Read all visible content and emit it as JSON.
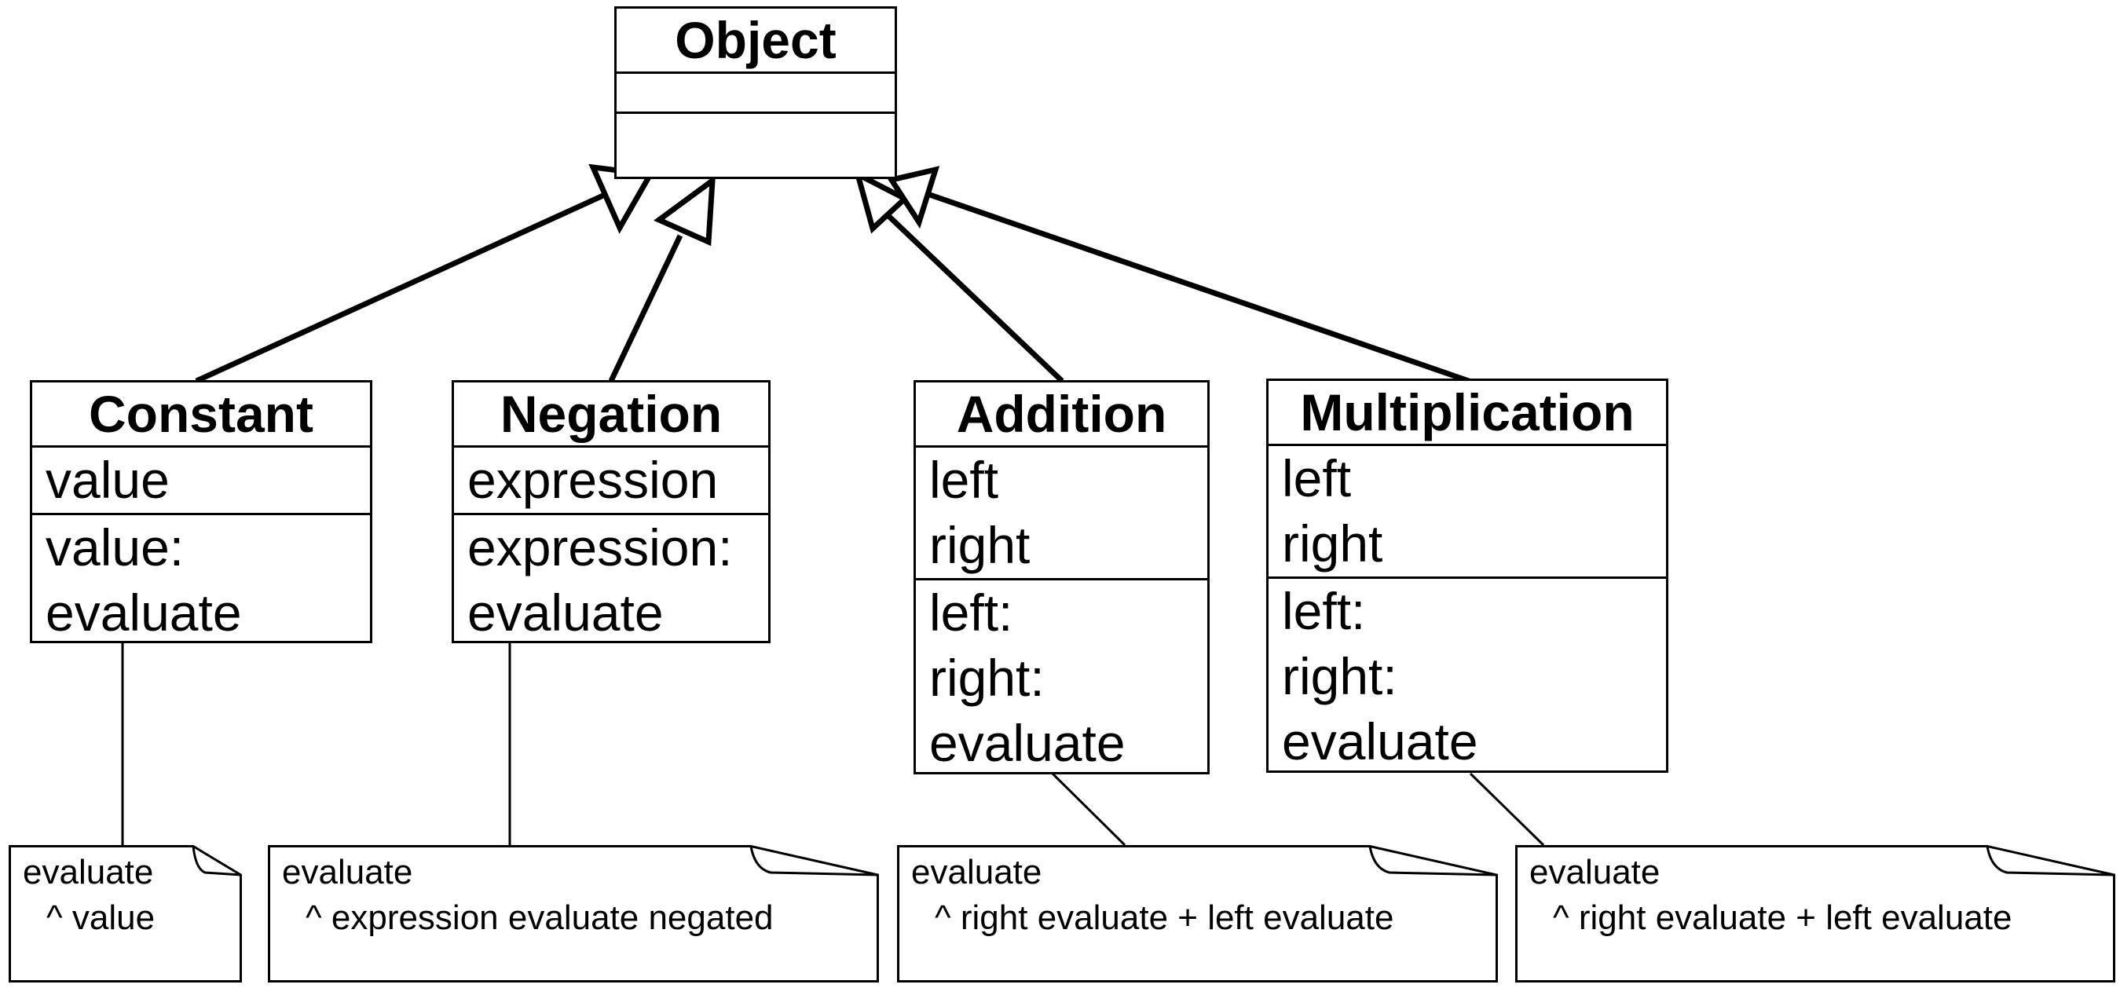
{
  "classes": {
    "object": {
      "name": "Object",
      "attributes": [],
      "methods": []
    },
    "constant": {
      "name": "Constant",
      "attributes": [
        "value"
      ],
      "methods": [
        "value:",
        "evaluate"
      ]
    },
    "negation": {
      "name": "Negation",
      "attributes": [
        "expression"
      ],
      "methods": [
        "expression:",
        "evaluate"
      ]
    },
    "addition": {
      "name": "Addition",
      "attributes": [
        "left",
        "right"
      ],
      "methods": [
        "left:",
        "right:",
        "evaluate"
      ]
    },
    "multiplication": {
      "name": "Multiplication",
      "attributes": [
        "left",
        "right"
      ],
      "methods": [
        "left:",
        "right:",
        "evaluate"
      ]
    }
  },
  "notes": {
    "constant": {
      "line1": "evaluate",
      "line2": "^ value"
    },
    "negation": {
      "line1": "evaluate",
      "line2": "^ expression evaluate negated"
    },
    "addition": {
      "line1": "evaluate",
      "line2": "^ right evaluate + left evaluate"
    },
    "multiplication": {
      "line1": "evaluate",
      "line2": "^ right evaluate + left evaluate"
    }
  },
  "relationships": [
    {
      "type": "generalization",
      "from": "Constant",
      "to": "Object"
    },
    {
      "type": "generalization",
      "from": "Negation",
      "to": "Object"
    },
    {
      "type": "generalization",
      "from": "Addition",
      "to": "Object"
    },
    {
      "type": "generalization",
      "from": "Multiplication",
      "to": "Object"
    }
  ],
  "colors": {
    "stroke": "#000000",
    "fill": "#ffffff"
  }
}
